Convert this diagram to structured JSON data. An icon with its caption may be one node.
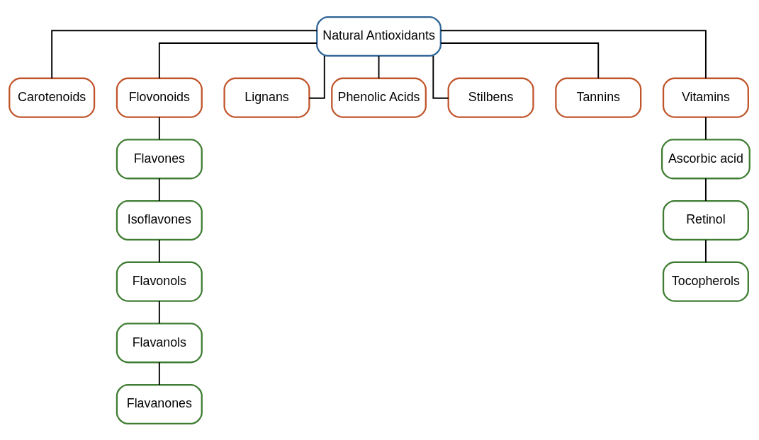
{
  "diagram": {
    "nodes": [
      {
        "text": [
          "Natural Antioxidants"
        ]
      },
      {
        "text": [
          "Carotenoids"
        ]
      },
      {
        "text": [
          "Flovonoids"
        ]
      },
      {
        "text": [
          "Lignans"
        ]
      },
      {
        "text": [
          "Phenolic Acids"
        ]
      },
      {
        "text": [
          "Stilbens"
        ]
      },
      {
        "text": [
          "Tannins"
        ]
      },
      {
        "text": [
          "Vitamins"
        ]
      },
      {
        "text": [
          "Flavones"
        ]
      },
      {
        "text": [
          "Isoflavones"
        ]
      },
      {
        "text": [
          "Flavonols"
        ]
      },
      {
        "text": [
          "Flavanols"
        ]
      },
      {
        "text": [
          "Flavanones"
        ]
      },
      {
        "text": [
          "Ascorbic acid"
        ]
      },
      {
        "text": [
          "Retinol"
        ]
      },
      {
        "text": [
          "Tocopherols"
        ]
      }
    ],
    "edges": [
      {
        "from": 0,
        "to": 1,
        "arrow": "none"
      },
      {
        "from": 0,
        "to": 2,
        "arrow": "none"
      },
      {
        "from": 0,
        "to": 3,
        "arrow": "none"
      },
      {
        "from": 0,
        "to": 4,
        "arrow": "none"
      },
      {
        "from": 0,
        "to": 5,
        "arrow": "none"
      },
      {
        "from": 0,
        "to": 6,
        "arrow": "none"
      },
      {
        "from": 0,
        "to": 7,
        "arrow": "none"
      },
      {
        "from": 2,
        "to": 8,
        "arrow": "none"
      },
      {
        "from": 8,
        "to": 9,
        "arrow": "none"
      },
      {
        "from": 9,
        "to": 10,
        "arrow": "none"
      },
      {
        "from": 10,
        "to": 11,
        "arrow": "none"
      },
      {
        "from": 11,
        "to": 12,
        "arrow": "none"
      },
      {
        "from": 7,
        "to": 13,
        "arrow": "none"
      },
      {
        "from": 13,
        "to": 14,
        "arrow": "none"
      },
      {
        "from": 14,
        "to": 15,
        "arrow": "none"
      }
    ]
  }
}
